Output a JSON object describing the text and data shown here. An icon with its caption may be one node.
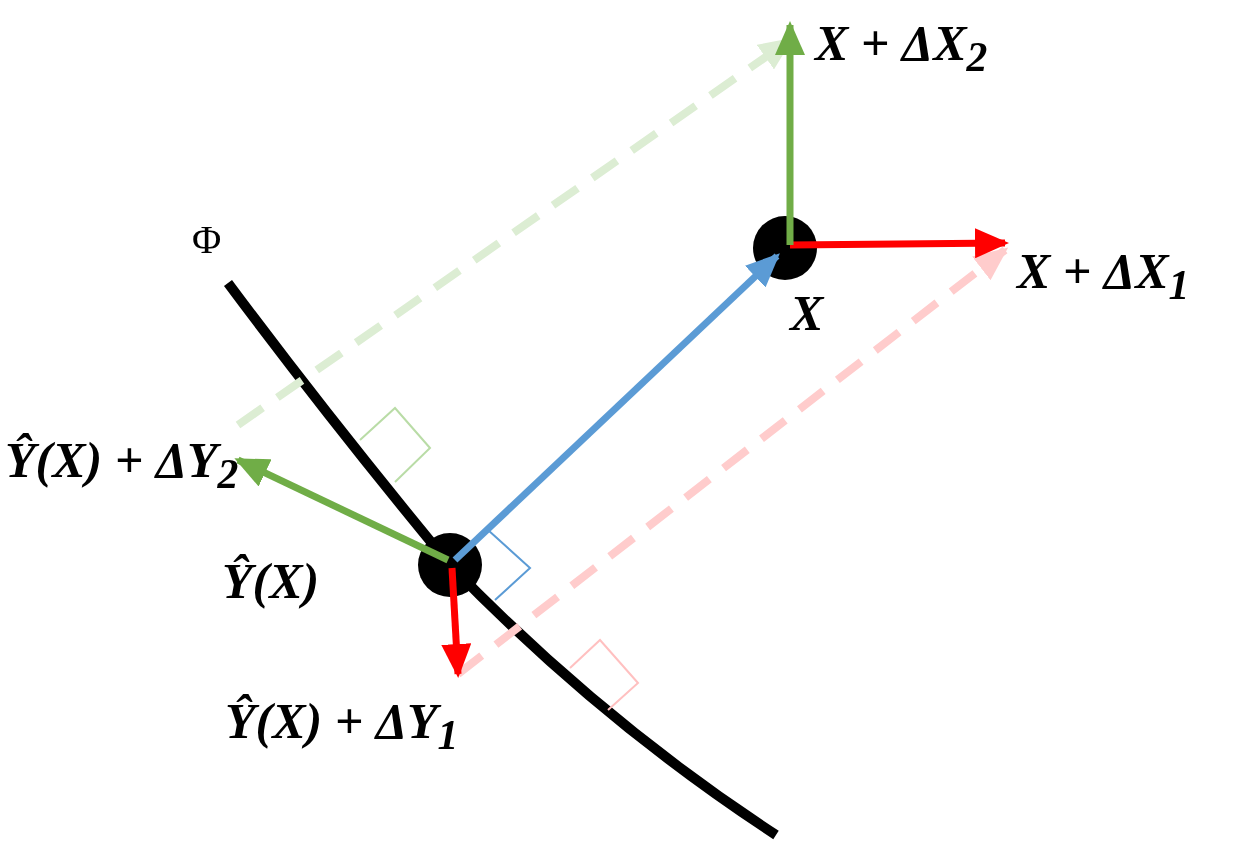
{
  "diagram": {
    "nodes": [
      {
        "text": [
          "X + ΔX$_{2}$"
        ]
      },
      {
        "text": [
          "X"
        ]
      },
      {
        "text": [
          "X + ΔX$_{1}$"
        ]
      },
      {
        "text": [
          "Ŷ(X) + ΔY$_{2}$"
        ]
      },
      {
        "text": [
          "Ŷ(X)"
        ]
      },
      {
        "text": [
          "Ŷ(X) + ΔY$_{1}$"
        ]
      }
    ],
    "edges": [
      {
        "from": 4,
        "to": 1,
        "arrow": "to",
        "color": "#5b9bd5"
      },
      {
        "from": 1,
        "to": 2,
        "arrow": "to",
        "color": "#ff0000"
      },
      {
        "from": 1,
        "to": 0,
        "arrow": "to",
        "color": "#70ad47"
      },
      {
        "from": 4,
        "to": 3,
        "arrow": "to",
        "color": "#70ad47"
      },
      {
        "from": 4,
        "to": 5,
        "arrow": "to",
        "color": "#ff0000"
      },
      {
        "from": 3,
        "to": 0,
        "arrow": "to",
        "style": "dashed",
        "color": "#dcedd3"
      },
      {
        "from": 5,
        "to": 2,
        "arrow": "to",
        "style": "dashed",
        "color": "#ffcccc"
      }
    ],
    "labels": [
      "Φ"
    ]
  }
}
